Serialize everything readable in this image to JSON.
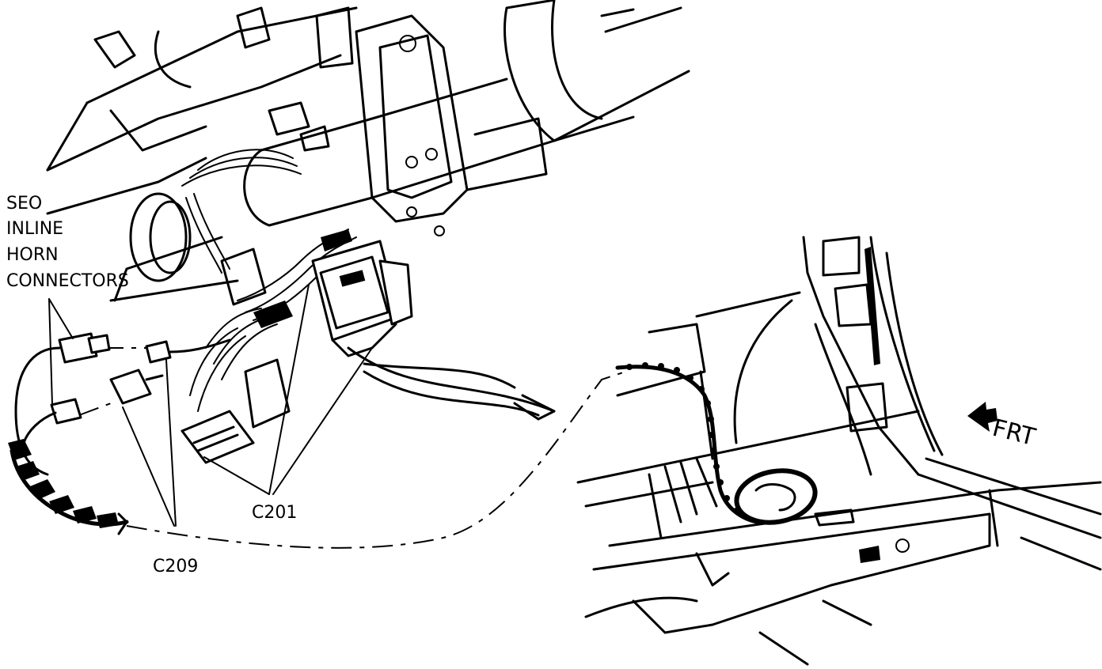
{
  "labels": {
    "seo_line1": "SEO",
    "seo_line2": "INLINE",
    "seo_line3": "HORN",
    "seo_line4": "CONNECTORS",
    "c201": "C201",
    "c209": "C209",
    "frt": "FRT"
  },
  "colors": {
    "ink": "#000000",
    "paper": "#ffffff"
  }
}
